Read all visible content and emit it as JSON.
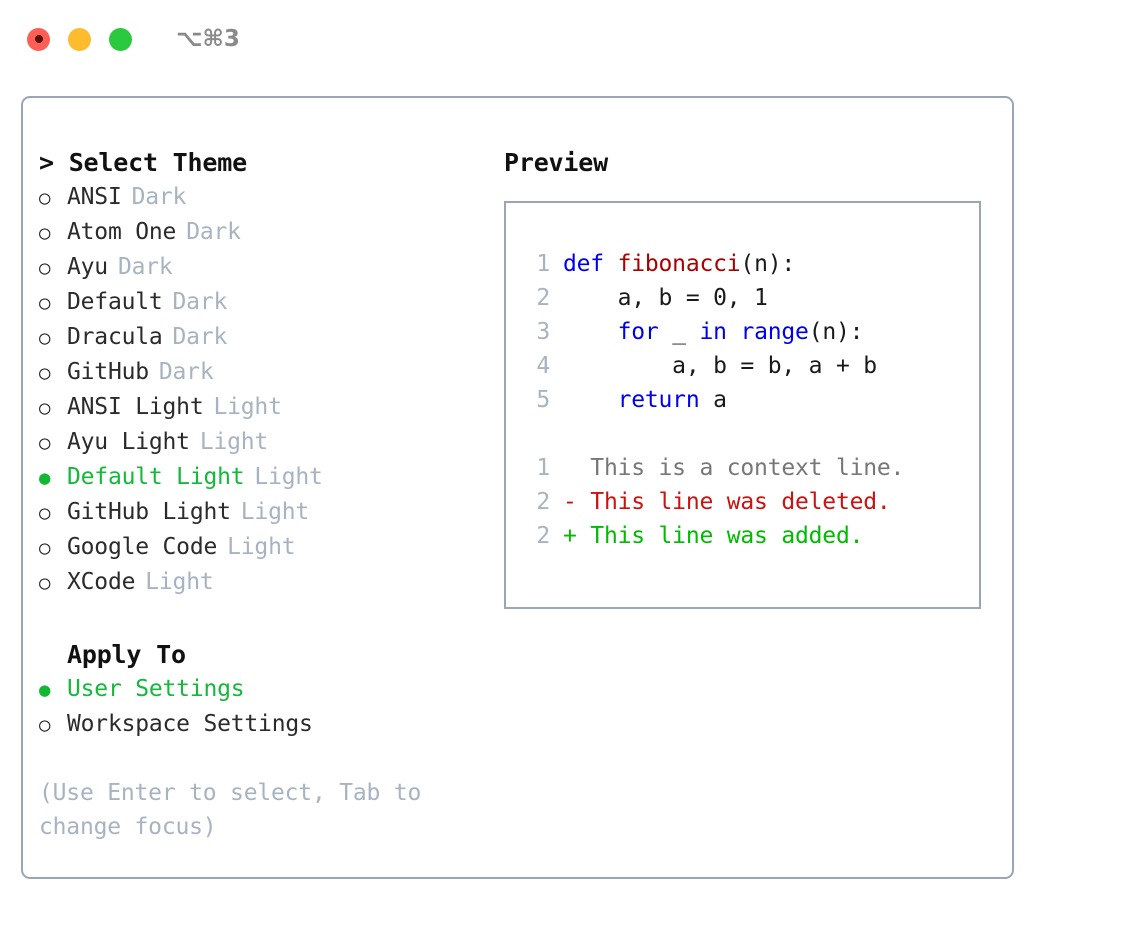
{
  "window": {
    "shortcut": "⌥⌘3",
    "traffic_lights": [
      {
        "name": "close",
        "color": "#fd5f57"
      },
      {
        "name": "minimize",
        "color": "#fdbc2e"
      },
      {
        "name": "maximize",
        "color": "#2bc93f"
      }
    ]
  },
  "theme_panel": {
    "title": "> Select Theme",
    "options": [
      {
        "bullet": "○",
        "label": "ANSI",
        "tag": "Dark",
        "selected": false
      },
      {
        "bullet": "○",
        "label": "Atom One",
        "tag": "Dark",
        "selected": false
      },
      {
        "bullet": "○",
        "label": "Ayu",
        "tag": "Dark",
        "selected": false
      },
      {
        "bullet": "○",
        "label": "Default",
        "tag": "Dark",
        "selected": false
      },
      {
        "bullet": "○",
        "label": "Dracula",
        "tag": "Dark",
        "selected": false
      },
      {
        "bullet": "○",
        "label": "GitHub",
        "tag": "Dark",
        "selected": false
      },
      {
        "bullet": "○",
        "label": "ANSI Light",
        "tag": "Light",
        "selected": false
      },
      {
        "bullet": "○",
        "label": "Ayu Light",
        "tag": "Light",
        "selected": false
      },
      {
        "bullet": "●",
        "label": "Default Light",
        "tag": "Light",
        "selected": true
      },
      {
        "bullet": "○",
        "label": "GitHub Light",
        "tag": "Light",
        "selected": false
      },
      {
        "bullet": "○",
        "label": "Google Code",
        "tag": "Light",
        "selected": false
      },
      {
        "bullet": "○",
        "label": "XCode",
        "tag": "Light",
        "selected": false
      }
    ]
  },
  "apply_to": {
    "title": "Apply To",
    "options": [
      {
        "bullet": "●",
        "label": "User Settings",
        "selected": true
      },
      {
        "bullet": "○",
        "label": "Workspace Settings",
        "selected": false
      }
    ]
  },
  "hint": "(Use Enter to select, Tab to change focus)",
  "preview": {
    "title": "Preview",
    "code_lines": [
      {
        "number": "1",
        "tokens": [
          {
            "text": "def ",
            "style": "tok-kw"
          },
          {
            "text": "fibonacci",
            "style": "tok-fn"
          },
          {
            "text": "(n):",
            "style": "tok-plain"
          }
        ]
      },
      {
        "number": "2",
        "tokens": [
          {
            "text": "    a, b = 0, 1",
            "style": "tok-plain"
          }
        ]
      },
      {
        "number": "3",
        "tokens": [
          {
            "text": "    ",
            "style": "tok-plain"
          },
          {
            "text": "for",
            "style": "tok-kw"
          },
          {
            "text": " _ ",
            "style": "tok-plain"
          },
          {
            "text": "in",
            "style": "tok-kw"
          },
          {
            "text": " ",
            "style": "tok-plain"
          },
          {
            "text": "range",
            "style": "tok-kw"
          },
          {
            "text": "(n):",
            "style": "tok-plain"
          }
        ]
      },
      {
        "number": "4",
        "tokens": [
          {
            "text": "        a, b = b, a + b",
            "style": "tok-plain"
          }
        ]
      },
      {
        "number": "5",
        "tokens": [
          {
            "text": "    ",
            "style": "tok-plain"
          },
          {
            "text": "return",
            "style": "tok-kw"
          },
          {
            "text": " a",
            "style": "tok-plain"
          }
        ]
      }
    ],
    "diff_lines": [
      {
        "number": "1",
        "text": "  This is a context line.",
        "style": "diff-ctx"
      },
      {
        "number": "2",
        "text": "- This line was deleted.",
        "style": "diff-del"
      },
      {
        "number": "2",
        "text": "+ This line was added.",
        "style": "diff-add"
      }
    ]
  },
  "colors": {
    "accent_green": "#14b83a",
    "border": "#9aa6b4",
    "muted": "#a8b3c1",
    "keyword": "#0000ee",
    "function": "#aa0000",
    "diff_add": "#00bb00",
    "diff_del": "#cc1111"
  }
}
